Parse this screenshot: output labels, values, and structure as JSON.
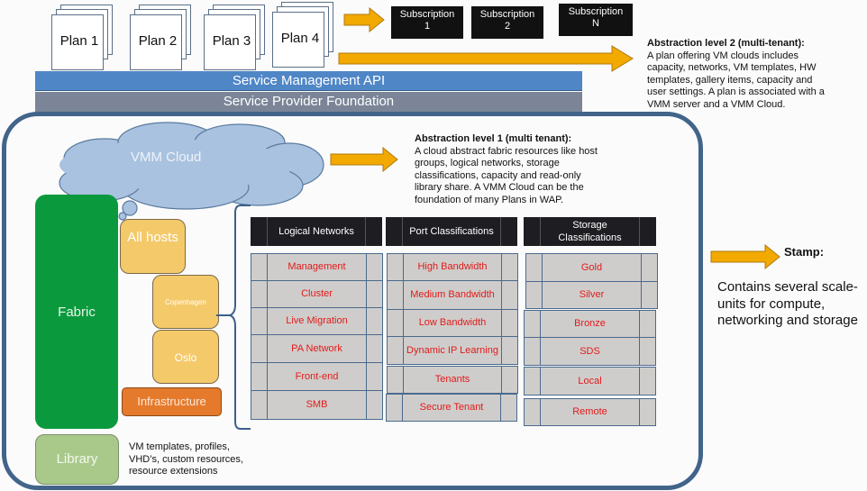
{
  "plans": [
    {
      "label": "Plan 1"
    },
    {
      "label": "Plan 2"
    },
    {
      "label": "Plan 3"
    },
    {
      "label": "Plan 4"
    }
  ],
  "subscriptions": [
    {
      "title": "Subscription",
      "number": "1"
    },
    {
      "title": "Subscription",
      "number": "2"
    },
    {
      "title": "Subscription",
      "number": "N"
    }
  ],
  "layers": {
    "api": "Service Management API",
    "spf": "Service Provider Foundation"
  },
  "abstraction2": {
    "title": "Abstraction level 2 (multi-tenant):",
    "lines": [
      "A plan offering VM clouds includes",
      "capacity, networks, VM templates, HW",
      "templates, gallery items, capacity and",
      "user settings. A plan is associated with a",
      "VMM server and a VMM Cloud."
    ]
  },
  "abstraction1": {
    "title": "Abstraction level 1 (multi tenant):",
    "lines": [
      "A cloud abstract fabric resources like host",
      "groups, logical networks, storage",
      "classifications, capacity and read-only",
      "library share. A VMM Cloud can be the",
      "foundation of many Plans in WAP."
    ]
  },
  "cloud": {
    "label": "VMM Cloud"
  },
  "fabric": {
    "label": "Fabric",
    "host_groups": [
      "All hosts",
      "Copenhagen",
      "Oslo"
    ],
    "infrastructure": "Infrastructure"
  },
  "library": {
    "label": "Library",
    "note_lines": [
      "VM templates, profiles,",
      "VHD’s, custom resources,",
      "resource extensions"
    ]
  },
  "tables": [
    {
      "header": "Logical Networks",
      "items": [
        "Management",
        "Cluster",
        "Live Migration",
        "PA Network",
        "Front-end",
        "SMB"
      ]
    },
    {
      "header": "Port Classifications",
      "items": [
        "High Bandwidth",
        "Medium Bandwidth",
        "Low Bandwidth",
        "Dynamic IP Learning",
        "Tenants",
        "Secure Tenant"
      ]
    },
    {
      "header": "Storage Classifications",
      "items": [
        "Gold",
        "Silver",
        "Bronze",
        "SDS",
        "Local",
        "Remote"
      ]
    }
  ],
  "stamp": {
    "title": "Stamp:",
    "description": "Contains several scale-units for compute, networking and storage"
  },
  "colors": {
    "arrow": "#f2a900",
    "frame": "#42648a",
    "fabric": "#0a9a3d",
    "host_group": "#f4c96a",
    "infrastructure": "#e57a2c",
    "library": "#a9c98a",
    "api_bar": "#4f86c6",
    "spf_bar": "#7b8597",
    "cell_text": "#e01b1b"
  }
}
